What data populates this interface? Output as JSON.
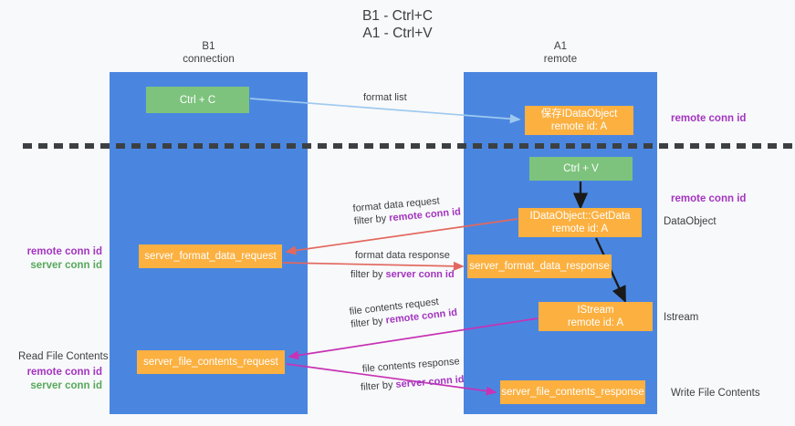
{
  "title": {
    "line1": "B1 - Ctrl+C",
    "line2": "A1 - Ctrl+V"
  },
  "colors": {
    "lane": "#4a86e0",
    "node_green": "#7dc37d",
    "node_orange": "#fbb040",
    "accent_purple": "#a335c0",
    "accent_green": "#56a95c",
    "text": "#3c4043",
    "edge_blue": "#9ec9ef",
    "edge_red": "#e2685f",
    "edge_magenta": "#c733b5",
    "edge_black": "#1a1a1a",
    "background": "#f8f9fa"
  },
  "lanes": [
    {
      "id": "b1",
      "name": "B1",
      "role": "connection"
    },
    {
      "id": "a1",
      "name": "A1",
      "role": "remote"
    }
  ],
  "nodes": [
    {
      "id": "ctrlc",
      "line1": "Ctrl + C",
      "line2": "",
      "color": "green"
    },
    {
      "id": "save",
      "line1": "保存IDataObject",
      "line2": "remote id: A",
      "color": "orange"
    },
    {
      "id": "ctrlv",
      "line1": "Ctrl + V",
      "line2": "",
      "color": "green"
    },
    {
      "id": "getdata",
      "line1": "IDataObject::GetData",
      "line2": "remote id: A",
      "color": "orange"
    },
    {
      "id": "sfdreq",
      "line1": "server_format_data_request",
      "line2": "",
      "color": "orange"
    },
    {
      "id": "sfdres",
      "line1": "server_format_data_response",
      "line2": "",
      "color": "orange"
    },
    {
      "id": "istream",
      "line1": "IStream",
      "line2": "remote id: A",
      "color": "orange"
    },
    {
      "id": "sfcreq",
      "line1": "server_file_contents_request",
      "line2": "",
      "color": "orange"
    },
    {
      "id": "sfcres",
      "line1": "server_file_contents_response",
      "line2": "",
      "color": "orange"
    }
  ],
  "edge_labels": {
    "format_list": "format list",
    "format_data_request": "format data request",
    "format_data_request_filter_prefix": "filter by ",
    "format_data_request_filter_key": "remote conn id",
    "format_data_response": "format data response",
    "format_data_response_filter_prefix": "filter by ",
    "format_data_response_filter_key": "server conn id",
    "file_contents_request": "file contents request",
    "file_contents_request_filter_prefix": "filter by ",
    "file_contents_request_filter_key": "remote conn id",
    "file_contents_response": "file contents response",
    "file_contents_response_filter_prefix": "filter by ",
    "file_contents_response_filter_key": "server conn id"
  },
  "right_labels": {
    "remote_conn_id_top": "remote conn id",
    "remote_conn_id_mid": "remote conn id",
    "dataobject": "DataObject",
    "istream": "Istream",
    "write_file_contents": "Write File Contents"
  },
  "left_labels": {
    "remote_conn_id_1": "remote conn id",
    "server_conn_id_1": "server conn id",
    "read_file_contents": "Read File Contents",
    "remote_conn_id_2": "remote conn id",
    "server_conn_id_2": "server conn id"
  }
}
